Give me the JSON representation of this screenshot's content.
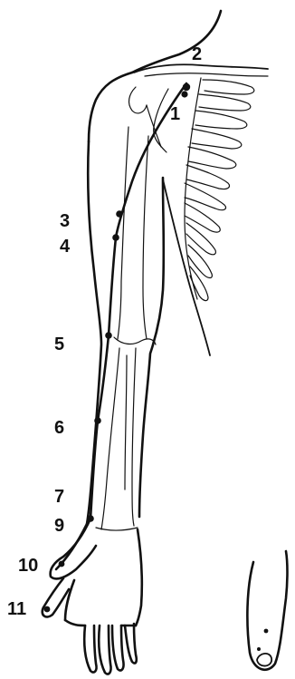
{
  "figure": {
    "labels": [
      "1",
      "2",
      "3",
      "4",
      "5",
      "6",
      "7",
      "9",
      "10",
      "11"
    ],
    "ink_color": "#111111",
    "background": "#ffffff"
  }
}
